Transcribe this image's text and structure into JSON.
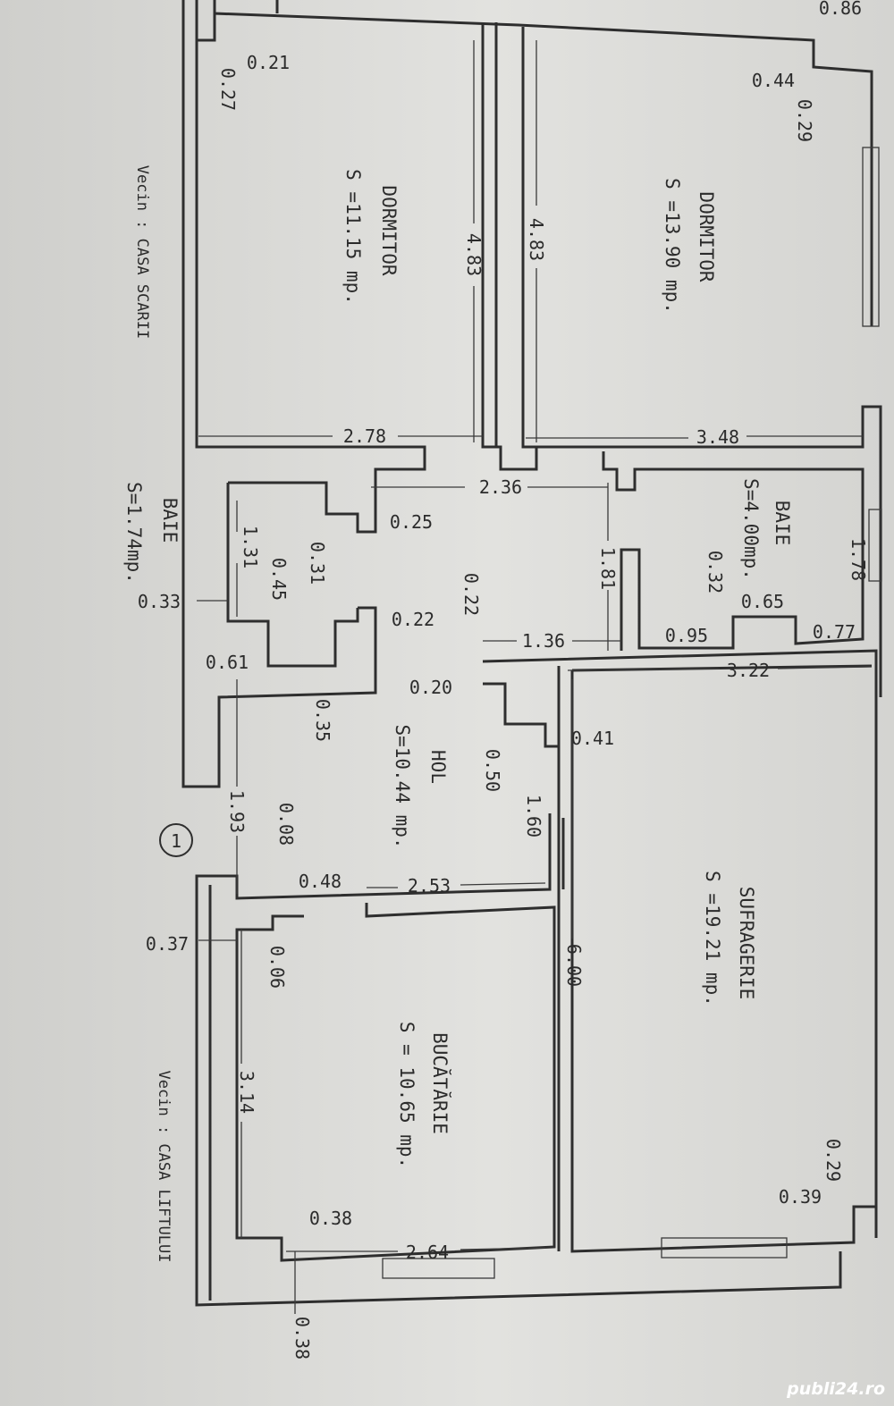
{
  "rooms": {
    "dormitor_left": {
      "name": "DORMITOR",
      "area": "S =11.15 mp."
    },
    "dormitor_right": {
      "name": "DORMITOR",
      "area": "S =13.90 mp."
    },
    "baie_small": {
      "name": "BAIE",
      "area": "S=1.74mp."
    },
    "baie_right": {
      "name": "BAIE",
      "area": "S=4.00mp."
    },
    "hol": {
      "name": "HOL",
      "area": "S=10.44 mp."
    },
    "sufragerie": {
      "name": "SUFRAGERIE",
      "area": "S =19.21 mp."
    },
    "bucatarie": {
      "name": "BUCĂTĂRIE",
      "area": "S = 10.65 mp."
    }
  },
  "neighbors": {
    "left_top": "Vecin : CASA SCARII",
    "left_bottom": "Vecin : CASA LIFTULUI"
  },
  "marker": "1",
  "dimensions": {
    "d086": "0.86",
    "d021": "0.21",
    "d027": "0.27",
    "d044": "0.44",
    "d029a": "0.29",
    "d483a": "4.83",
    "d483b": "4.83",
    "d278": "2.78",
    "d348": "3.48",
    "d236": "2.36",
    "d025": "0.25",
    "d131": "1.31",
    "d031": "0.31",
    "d045": "0.45",
    "d033": "0.33",
    "d022a": "0.22",
    "d061": "0.61",
    "d035": "0.35",
    "d181": "1.81",
    "d178": "1.78",
    "d032": "0.32",
    "d065": "0.65",
    "d022b": "0.22",
    "d136": "1.36",
    "d095": "0.95",
    "d077": "0.77",
    "d322": "3.22",
    "d020": "0.20",
    "d041": "0.41",
    "d050": "0.50",
    "d160": "1.60",
    "d193": "1.93",
    "d008": "0.08",
    "d048": "0.48",
    "d253": "2.53",
    "d600": "6.00",
    "d037": "0.37",
    "d006": "0.06",
    "d314": "3.14",
    "d029b": "0.29",
    "d039": "0.39",
    "d038a": "0.38",
    "d264": "2.64",
    "d038b": "0.38"
  },
  "watermark": "publi24.ro",
  "colors": {
    "paper": "#d6d6d3",
    "ink": "#2e2e2e"
  }
}
